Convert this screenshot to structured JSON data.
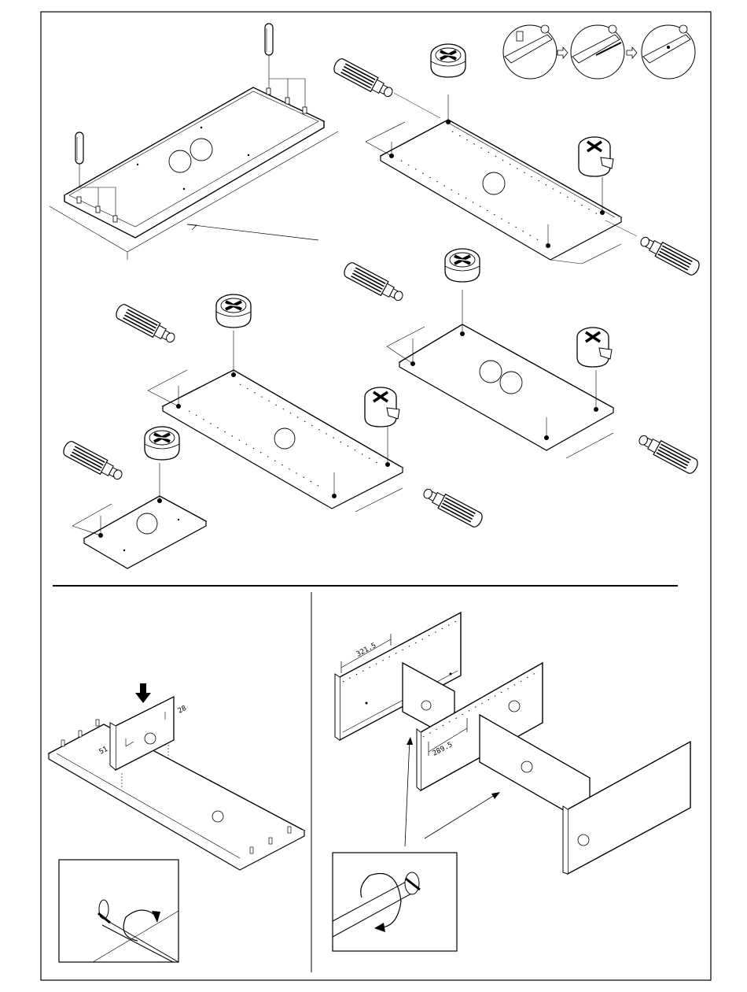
{
  "dimensions": {
    "width_label": "321.5",
    "width2_label": "289.5",
    "spacing1_label": "51",
    "spacing2_label": "28"
  },
  "colors": {
    "line": "#000000",
    "background": "#ffffff"
  },
  "icons": [
    "cam-lock-icon",
    "cam-dowel-icon",
    "wood-dowel-icon",
    "screwdriver-icon",
    "arrow-down-icon",
    "rotate-arrow-icon"
  ]
}
